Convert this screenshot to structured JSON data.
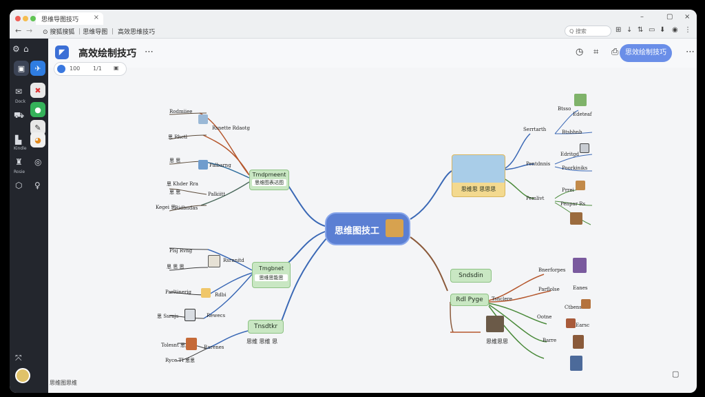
{
  "browser": {
    "tab_title": "思维导图技巧",
    "address": "⊙ 搜狐搜狐 ｜思维导图 ｜ 高效思维技巧",
    "search_placeholder": "Q 搜索",
    "close_glyph": "×",
    "win_min": "–",
    "win_max": "▢",
    "win_close": "×",
    "back": "←",
    "forward": "→"
  },
  "header": {
    "title": "高效绘制技巧",
    "more": "⋯",
    "share_label": "思效绘制技巧",
    "drag_handle": "⋮"
  },
  "toolbar": {
    "zoom": "100",
    "page": "1/1"
  },
  "sidebar": {
    "labels": [
      "Dock",
      "Kindle",
      "Rosie"
    ]
  },
  "mindmap": {
    "center": "思维图技工",
    "left_branches": [
      {
        "title": "Tmdpmeent",
        "subtitle": "思维图表达图",
        "color": "#c9e7c3",
        "leaves": [
          "Rodmiiee",
          "Rsnette Rdaotg",
          "思 Rhctl",
          "Palbarng",
          "思 思",
          "思 Khder Rra",
          "思 思",
          "Palkiitt",
          "Kegei 思",
          "Ridbndas"
        ]
      },
      {
        "title": "Tmgbnet",
        "subtitle": "思维思能思",
        "color": "#c9e7c3",
        "leaves": [
          "Plsj Rvng",
          "思 思 思",
          "Rsrnnitd",
          "Parltinerig",
          "Rdbi",
          "思 Ssrnjs",
          "Rewecs"
        ]
      },
      {
        "title": "Tnsdtkr",
        "subtitle": "思维 思维 思",
        "color": "#c9e7c3",
        "leaves": [
          "Tolesnt 思思",
          "Rarenes",
          "Ryce TI 思思"
        ]
      }
    ],
    "right_branches": [
      {
        "title": "思维思 思思思",
        "color": "#f3d98f",
        "groups": [
          {
            "label": "Serrtarth",
            "leaves": [
              "Btsso",
              "Edeteaf",
              "Btsbhnb"
            ]
          },
          {
            "label": "Pentdnnis",
            "leaves": [
              "Edritgd",
              "Poorkiniks"
            ]
          },
          {
            "label": "Pemlivt",
            "leaves": [
              "Prrei",
              "Penpar Rs"
            ]
          }
        ]
      },
      {
        "title": "Sndsdin",
        "subtitle": "Rdl Pyge",
        "color": "#c9e7c3",
        "groups": [
          {
            "label": "Tsnclere",
            "leaves": [
              "Bnerforpes",
              "Parflolse",
              "Eanes",
              "Ctbens",
              "Ootne",
              "Earsc",
              "Barre",
              "思维思思"
            ]
          }
        ]
      }
    ]
  },
  "footer": {
    "note": "思维图思维"
  }
}
